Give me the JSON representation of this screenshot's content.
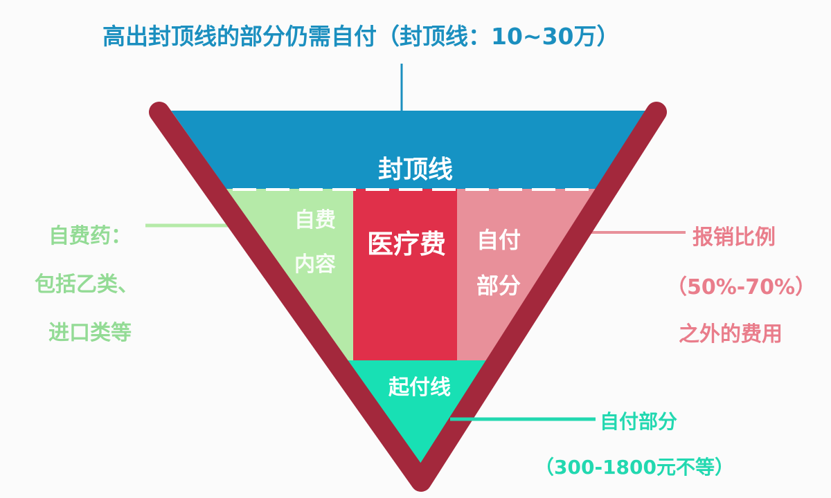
{
  "title": "高出封顶线的部分仍需自付（封顶线：10~30万）",
  "funnel": {
    "cap_line": "封顶线",
    "self_paid_content": [
      "自费",
      "内容"
    ],
    "medical_cost": "医疗费",
    "self_pay_part": [
      "自付",
      "部分"
    ],
    "deductible_line": "起付线"
  },
  "left_note": [
    "自费药：",
    "包括乙类、",
    "进口类等"
  ],
  "right_note": [
    "报销比例",
    "（50%-70%）",
    "之外的费用"
  ],
  "bottom_note": [
    "自付部分",
    "（300-1800元不等）"
  ],
  "colors": {
    "title": "#1b8fbf",
    "cap_band": "#1593c4",
    "self_paid": "#b5eaa8",
    "medical": "#e0304a",
    "self_pay": "#e8909a",
    "deductible": "#18e0b4",
    "frame": "#a3283c"
  }
}
